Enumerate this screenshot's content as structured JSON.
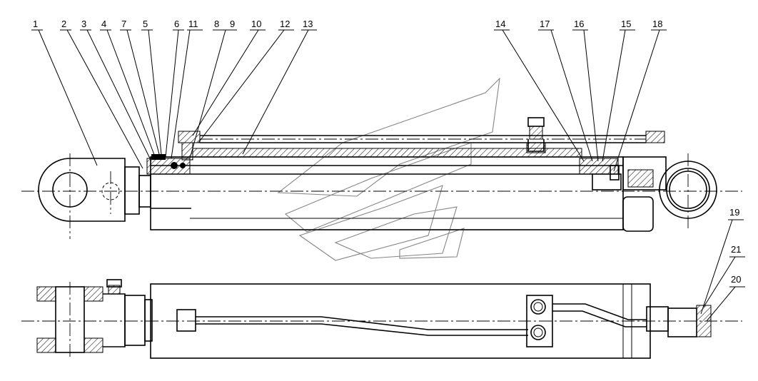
{
  "drawing": {
    "labels": [
      "1",
      "2",
      "3",
      "4",
      "7",
      "5",
      "6",
      "11",
      "8",
      "9",
      "10",
      "12",
      "13",
      "14",
      "17",
      "16",
      "15",
      "18",
      "19",
      "21",
      "20"
    ]
  },
  "colors": {
    "line": "#000000",
    "background": "#ffffff",
    "watermark": "#555555"
  }
}
